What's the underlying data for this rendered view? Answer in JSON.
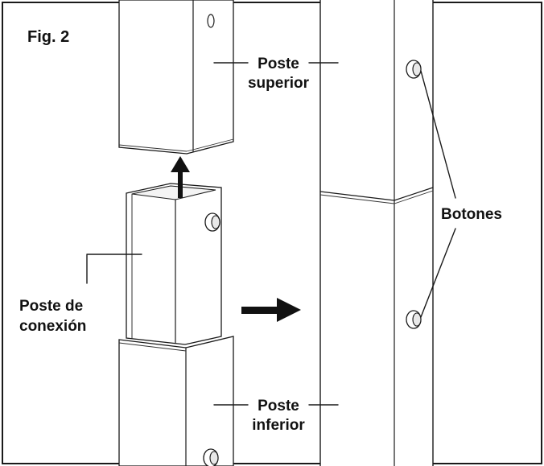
{
  "figure": {
    "label": "Fig. 2"
  },
  "labels": {
    "upper_post_line1": "Poste",
    "upper_post_line2": "superior",
    "connector_line1": "Poste de",
    "connector_line2": "conexión",
    "lower_post_line1": "Poste",
    "lower_post_line2": "inferior",
    "buttons": "Botones"
  },
  "colors": {
    "ink": "#1a1a1a",
    "background": "#ffffff"
  },
  "icons": {
    "lift_arrow": "arrow-up-icon",
    "transition_arrow": "arrow-right-icon"
  }
}
